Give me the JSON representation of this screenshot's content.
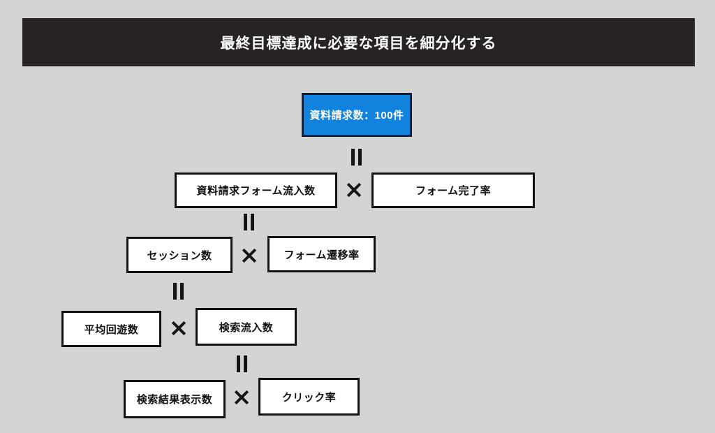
{
  "page": {
    "background_color": "#d4d4d4"
  },
  "header": {
    "title": "最終目標達成に必要な項目を細分化する",
    "bg_color": "#272324",
    "text_color": "#ffffff"
  },
  "diagram": {
    "root": {
      "label": "資料請求数：100件",
      "bg_color": "#1182de",
      "border_color": "#131f38",
      "text_color": "#ffffff"
    },
    "node_style": {
      "bg_color": "#ffffff",
      "border_color": "#121212",
      "text_color": "#111111"
    },
    "icons": {
      "equals": "‖",
      "multiply": "×"
    },
    "rows": [
      {
        "left": "資料請求フォーム流入数",
        "right": "フォーム完了率"
      },
      {
        "left": "セッション数",
        "right": "フォーム遷移率"
      },
      {
        "left": "平均回遊数",
        "right": "検索流入数"
      },
      {
        "left": "検索結果表示数",
        "right": "クリック率"
      }
    ]
  }
}
